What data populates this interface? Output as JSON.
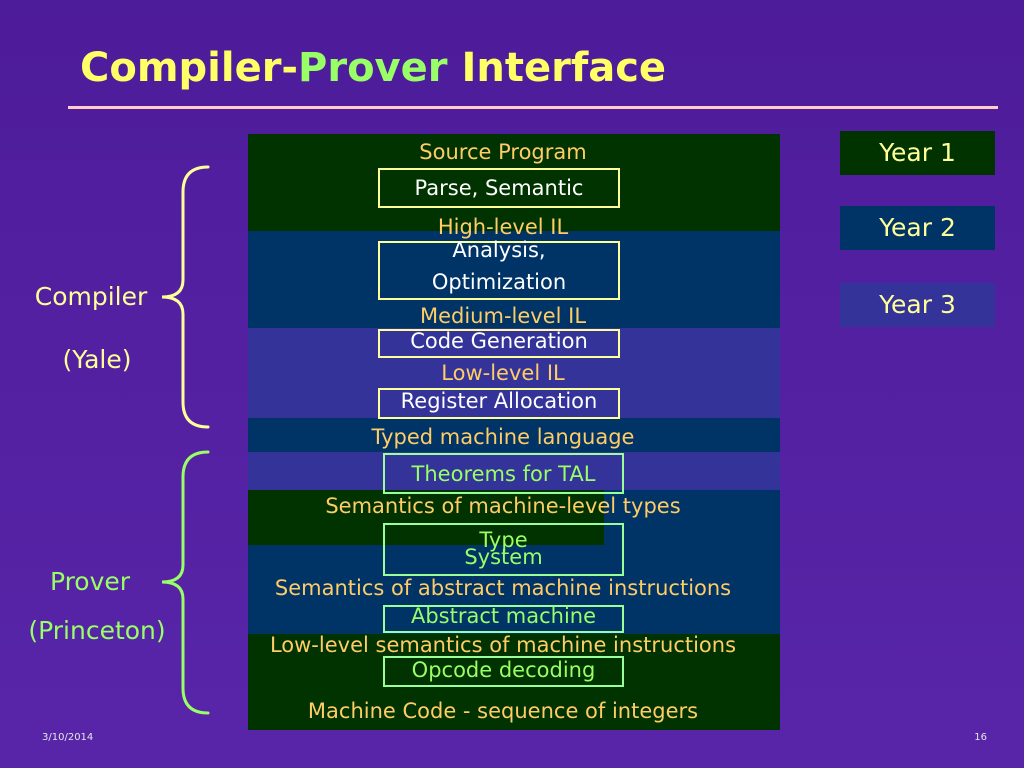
{
  "slide": {
    "title": {
      "part1": "Compiler-",
      "part2": "Prover",
      "part3": "Interface"
    },
    "footer": {
      "date": "3/10/2014",
      "page_number": "16"
    }
  },
  "groups": {
    "compiler": {
      "label": "Compiler",
      "org": "(Yale)"
    },
    "prover": {
      "label": "Prover",
      "org": "(Princeton)"
    }
  },
  "pipeline": {
    "levels": [
      "Source Program",
      "High-level IL",
      "Medium-level IL",
      "Low-level IL",
      "Typed machine language",
      "Semantics of machine-level types",
      "Semantics of abstract machine instructions",
      "Low-level semantics of machine instructions",
      "Machine Code - sequence of integers"
    ],
    "compiler_stages": [
      {
        "lines": [
          "Parse, Semantic"
        ]
      },
      {
        "lines": [
          "Analysis,",
          "Optimization"
        ]
      },
      {
        "lines": [
          "Code Generation"
        ]
      },
      {
        "lines": [
          "Register Allocation"
        ]
      }
    ],
    "prover_stages": [
      {
        "lines": [
          "Theorems for TAL"
        ]
      },
      {
        "lines": [
          "Type",
          "System"
        ]
      },
      {
        "lines": [
          "Abstract machine"
        ]
      },
      {
        "lines": [
          "Opcode decoding"
        ]
      }
    ]
  },
  "years": [
    {
      "label": "Year 1",
      "color": "#003300"
    },
    {
      "label": "Year 2",
      "color": "#003366"
    },
    {
      "label": "Year 3",
      "color": "#333399"
    }
  ],
  "colors": {
    "background": "#531ea6",
    "title_yellow": "#ffff66",
    "compiler_yellow": "#ffff99",
    "prover_green": "#99ff66",
    "level_text": "#ffcc66",
    "stage_text": "#ffffff",
    "rule": "#ffcccc",
    "dark_green": "#003300",
    "dark_blue": "#003366",
    "medium_blue": "#333399"
  }
}
